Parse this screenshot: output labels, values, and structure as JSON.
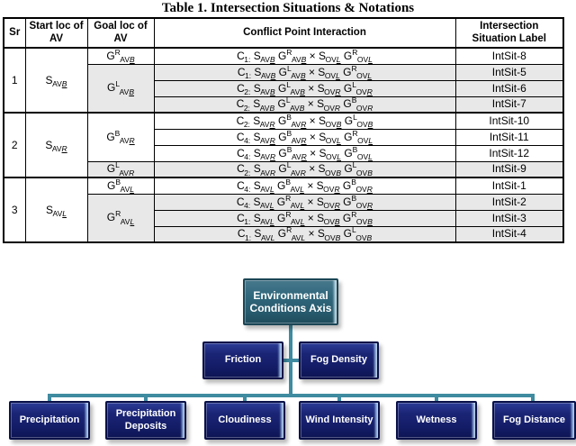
{
  "title": "Table 1. Intersection Situations & Notations",
  "table": {
    "headers": [
      "Sr",
      "Start loc of AV",
      "Goal loc of AV",
      "Conflict Point Interaction",
      "Intersection Situation Label"
    ],
    "groups": [
      {
        "sr": "1",
        "start": {
          "b": "S",
          "sub": "AV",
          "tail": "B"
        },
        "goals": [
          {
            "term": {
              "b": "G",
              "sup": "R",
              "sub": "AV",
              "tail": "B"
            },
            "span": 1,
            "shaded": false
          },
          {
            "term": {
              "b": "G",
              "sup": "L",
              "sub": "AV",
              "tail": "B"
            },
            "span": 3,
            "shaded": true
          }
        ],
        "rows": [
          {
            "prefix": {
              "b": "C",
              "sub": "1:"
            },
            "op": "×",
            "terms": [
              {
                "b": "S",
                "sub": "AV",
                "tail": "B"
              },
              {
                "b": "G",
                "sup": "R",
                "sub": "AV",
                "tail": "B"
              },
              {
                "b": "S",
                "sub": "OV",
                "tail": "L"
              },
              {
                "b": "G",
                "sup": "R",
                "sub": "OV",
                "tail": "L"
              }
            ],
            "label": "IntSit-8",
            "shaded": false
          },
          {
            "prefix": {
              "b": "C",
              "sub": "1:"
            },
            "op": "×",
            "terms": [
              {
                "b": "S",
                "sub": "AV",
                "tail": "B"
              },
              {
                "b": "G",
                "sup": "L",
                "sub": "AV",
                "tail": "B"
              },
              {
                "b": "S",
                "sub": "OV",
                "tail": "L"
              },
              {
                "b": "G",
                "sup": "R",
                "sub": "OV",
                "tail": "L"
              }
            ],
            "label": "IntSit-5",
            "shaded": true
          },
          {
            "prefix": {
              "b": "C",
              "sub": "2:"
            },
            "op": "×",
            "terms": [
              {
                "b": "S",
                "sub": "AV",
                "tail": "B"
              },
              {
                "b": "G",
                "sup": "L",
                "sub": "AV",
                "tail": "B"
              },
              {
                "b": "S",
                "sub": "OV",
                "tail": "R"
              },
              {
                "b": "G",
                "sup": "L",
                "sub": "OV",
                "tail": "R"
              }
            ],
            "label": "IntSit-6",
            "shaded": true
          },
          {
            "prefix": {
              "b": "C",
              "sub": "2:"
            },
            "op": "×",
            "terms": [
              {
                "b": "S",
                "sub": "AV",
                "tail": "B"
              },
              {
                "b": "G",
                "sup": "L",
                "sub": "AV",
                "tail": "B"
              },
              {
                "b": "S",
                "sub": "OV",
                "tail": "R"
              },
              {
                "b": "G",
                "sup": "B",
                "sub": "OV",
                "tail": "R"
              }
            ],
            "label": "IntSit-7",
            "shaded": true
          }
        ]
      },
      {
        "sr": "2",
        "start": {
          "b": "S",
          "sub": "AV",
          "tail": "R"
        },
        "goals": [
          {
            "term": {
              "b": "G",
              "sup": "B",
              "sub": "AV",
              "tail": "R"
            },
            "span": 3,
            "shaded": false
          },
          {
            "term": {
              "b": "G",
              "sup": "L",
              "sub": "AV",
              "tail": "R"
            },
            "span": 1,
            "shaded": true
          }
        ],
        "rows": [
          {
            "prefix": {
              "b": "C",
              "sub": "2:"
            },
            "op": "×",
            "terms": [
              {
                "b": "S",
                "sub": "AV",
                "tail": "R"
              },
              {
                "b": "G",
                "sup": "B",
                "sub": "AV",
                "tail": "R"
              },
              {
                "b": "S",
                "sub": "OV",
                "tail": "B"
              },
              {
                "b": "G",
                "sup": "L",
                "sub": "OV",
                "tail": "B"
              }
            ],
            "label": "IntSit-10",
            "shaded": false
          },
          {
            "prefix": {
              "b": "C",
              "sub": "4:"
            },
            "op": "×",
            "terms": [
              {
                "b": "S",
                "sub": "AV",
                "tail": "R"
              },
              {
                "b": "G",
                "sup": "B",
                "sub": "AV",
                "tail": "R"
              },
              {
                "b": "S",
                "sub": "OV",
                "tail": "L"
              },
              {
                "b": "G",
                "sup": "R",
                "sub": "OV",
                "tail": "L"
              }
            ],
            "label": "IntSit-11",
            "shaded": false
          },
          {
            "prefix": {
              "b": "C",
              "sub": "4:"
            },
            "op": "×",
            "terms": [
              {
                "b": "S",
                "sub": "AV",
                "tail": "R"
              },
              {
                "b": "G",
                "sup": "B",
                "sub": "AV",
                "tail": "R"
              },
              {
                "b": "S",
                "sub": "OV",
                "tail": "L"
              },
              {
                "b": "G",
                "sup": "B",
                "sub": "OV",
                "tail": "L"
              }
            ],
            "label": "IntSit-12",
            "shaded": false
          },
          {
            "prefix": {
              "b": "C",
              "sub": "2:"
            },
            "op": "×",
            "terms": [
              {
                "b": "S",
                "sub": "AV",
                "tail": "R"
              },
              {
                "b": "G",
                "sup": "L",
                "sub": "AV",
                "tail": "R"
              },
              {
                "b": "S",
                "sub": "OV",
                "tail": "B"
              },
              {
                "b": "G",
                "sup": "L",
                "sub": "OV",
                "tail": "B"
              }
            ],
            "label": "IntSit-9",
            "shaded": true
          }
        ]
      },
      {
        "sr": "3",
        "start": {
          "b": "S",
          "sub": "AV",
          "tail": "L"
        },
        "goals": [
          {
            "term": {
              "b": "G",
              "sup": "B",
              "sub": "AV",
              "tail": "L"
            },
            "span": 1,
            "shaded": false
          },
          {
            "term": {
              "b": "G",
              "sup": "R",
              "sub": "AV",
              "tail": "L"
            },
            "span": 3,
            "shaded": true
          }
        ],
        "rows": [
          {
            "prefix": {
              "b": "C",
              "sub": "4:"
            },
            "op": "×",
            "terms": [
              {
                "b": "S",
                "sub": "AV",
                "tail": "L"
              },
              {
                "b": "G",
                "sup": "B",
                "sub": "AV",
                "tail": "L"
              },
              {
                "b": "S",
                "sub": "OV",
                "tail": "R"
              },
              {
                "b": "G",
                "sup": "B",
                "sub": "OV",
                "tail": "R"
              }
            ],
            "label": "IntSit-1",
            "shaded": false
          },
          {
            "prefix": {
              "b": "C",
              "sub": "4:"
            },
            "op": "×",
            "terms": [
              {
                "b": "S",
                "sub": "AV",
                "tail": "L"
              },
              {
                "b": "G",
                "sup": "R",
                "sub": "AV",
                "tail": "L"
              },
              {
                "b": "S",
                "sub": "OV",
                "tail": "R"
              },
              {
                "b": "G",
                "sup": "B",
                "sub": "OV",
                "tail": "R"
              }
            ],
            "label": "IntSit-2",
            "shaded": true
          },
          {
            "prefix": {
              "b": "C",
              "sub": "1:"
            },
            "op": "×",
            "terms": [
              {
                "b": "S",
                "sub": "AV",
                "tail": "L"
              },
              {
                "b": "G",
                "sup": "R",
                "sub": "AV",
                "tail": "L"
              },
              {
                "b": "S",
                "sub": "OV",
                "tail": "B"
              },
              {
                "b": "G",
                "sup": "R",
                "sub": "OV",
                "tail": "B"
              }
            ],
            "label": "IntSit-3",
            "shaded": true
          },
          {
            "prefix": {
              "b": "C",
              "sub": "1:"
            },
            "op": "×",
            "terms": [
              {
                "b": "S",
                "sub": "AV",
                "tail": "L"
              },
              {
                "b": "G",
                "sup": "R",
                "sub": "AV",
                "tail": "L"
              },
              {
                "b": "S",
                "sub": "OV",
                "tail": "B"
              },
              {
                "b": "G",
                "sup": "L",
                "sub": "OV",
                "tail": "B"
              }
            ],
            "label": "IntSit-4",
            "shaded": true
          }
        ]
      }
    ]
  },
  "diagram": {
    "root": "Environmental Conditions Axis",
    "level2": [
      "Friction",
      "Fog Density"
    ],
    "level3": [
      "Precipitation",
      "Precipitation Deposits",
      "Cloudiness",
      "Wind Intensity",
      "Wetness",
      "Fog Distance"
    ],
    "colors": {
      "root_fill": "#31687c",
      "node_fill": "#1b2576",
      "connector": "#3f8ba0",
      "shaded_row": "#e8e8e8"
    }
  }
}
